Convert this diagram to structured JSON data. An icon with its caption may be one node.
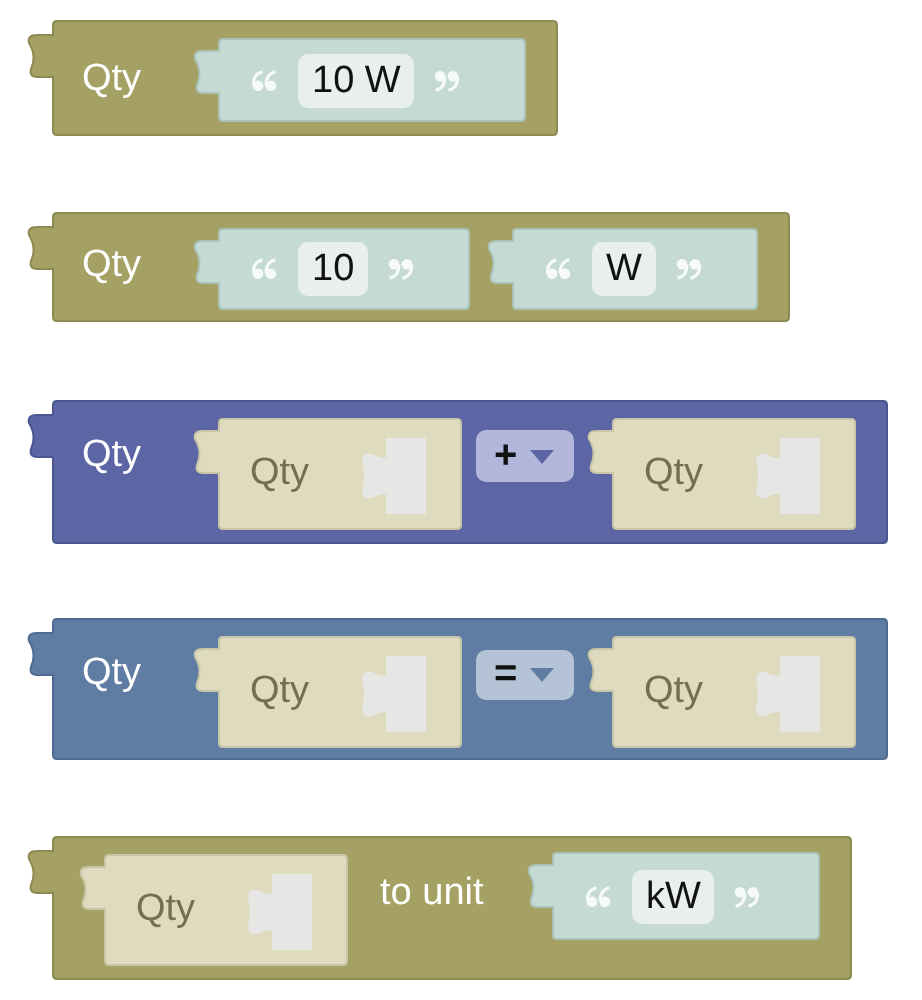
{
  "diagram": {
    "nodes": [
      {
        "text": [
          "Qty"
        ]
      },
      {
        "text": [
          "10 W"
        ],
        "in": 0
      },
      {
        "text": [
          "Qty"
        ]
      },
      {
        "text": [
          "10"
        ],
        "in": 2
      },
      {
        "text": [
          "W"
        ],
        "in": 2
      },
      {
        "text": [
          "Qty"
        ]
      },
      {
        "text": [
          "Qty"
        ],
        "in": 5
      },
      {
        "text": [
          "+"
        ],
        "in": 5
      },
      {
        "text": [
          "Qty"
        ],
        "in": 5
      },
      {
        "text": [
          "Qty"
        ]
      },
      {
        "text": [
          "Qty"
        ],
        "in": 9
      },
      {
        "text": [
          "="
        ],
        "in": 9
      },
      {
        "text": [
          "Qty"
        ],
        "in": 9
      },
      {
        "text": [
          "to unit"
        ]
      },
      {
        "text": [
          "Qty"
        ],
        "in": 13
      },
      {
        "text": [
          "kW"
        ],
        "in": 13
      }
    ]
  }
}
